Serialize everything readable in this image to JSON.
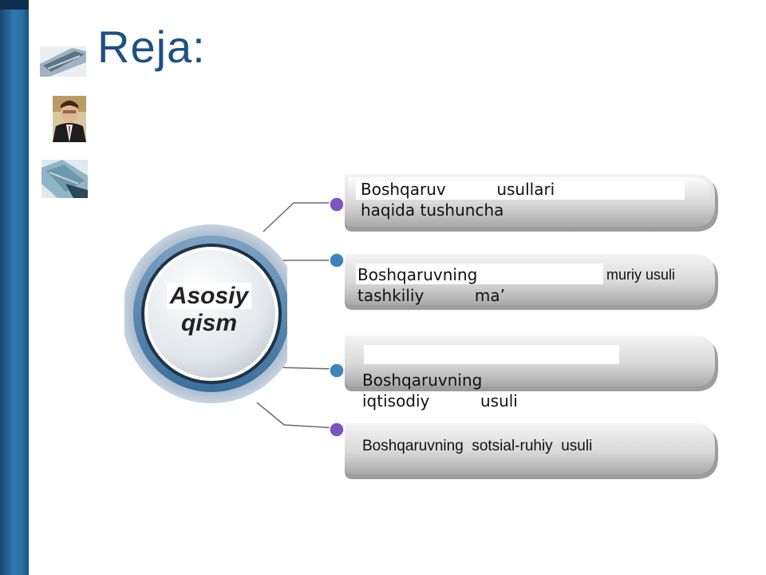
{
  "slide": {
    "title": "Reja:",
    "hub_label": {
      "line1": "Asosiy",
      "line2": "qism"
    },
    "items": [
      {
        "line1": "Boshqaruv          usullari",
        "line2": "haqida tushuncha"
      },
      {
        "line1": "Boshqaruvning",
        "line2": "tashkiliy          ma’",
        "fragment": "muriy  usuli"
      },
      {
        "line1": "Boshqaruvning",
        "line2": "iqtisodiy          usuli"
      },
      {
        "line1": "Boshqaruvning  sotsial-ruhiy  usuli"
      }
    ]
  },
  "colors": {
    "accent_blue": "#1f4f86",
    "sidebar": "#2f78ad",
    "dot_purple": "#7b55c2",
    "dot_blue": "#3f84b8"
  }
}
